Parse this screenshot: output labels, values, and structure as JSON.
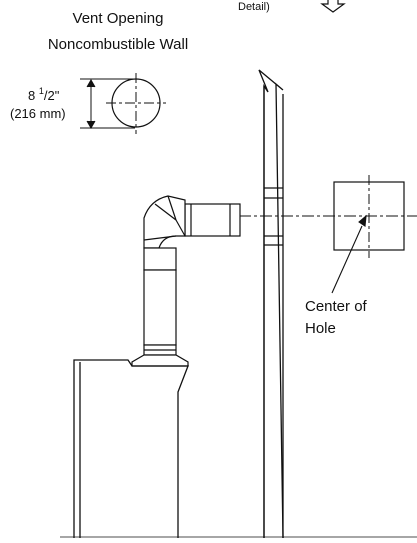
{
  "diagram": {
    "title_line1": "Vent Opening",
    "title_line2": "Noncombustible Wall",
    "partial_text": "Detail)",
    "dimension": {
      "whole": "8 ",
      "numerator": "1",
      "fraction_rest": "/2\"",
      "metric": "(216 mm)"
    },
    "callout_line1": "Center of",
    "callout_line2": "Hole"
  }
}
